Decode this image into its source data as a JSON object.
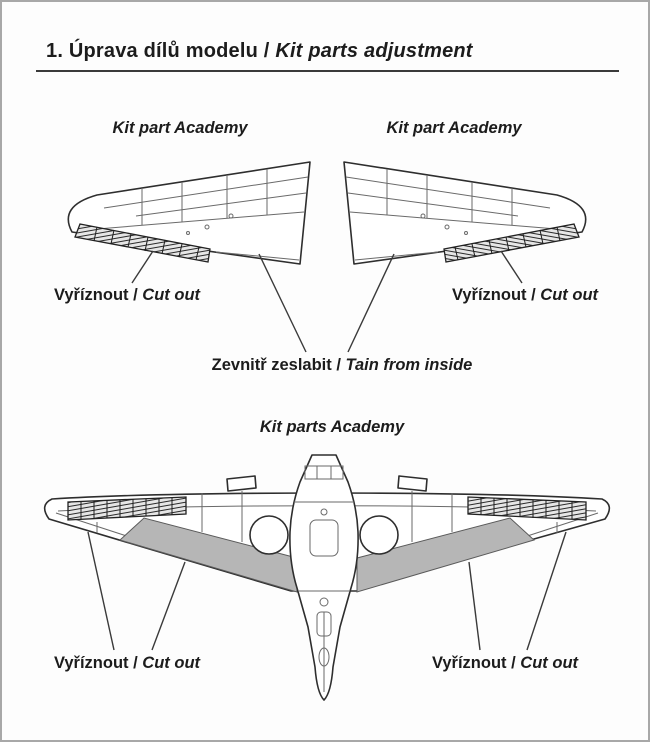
{
  "page": {
    "title": {
      "czech": "1. Úprava dílů modelu /",
      "english": "Kit parts adjustment"
    }
  },
  "top_section": {
    "left_wing_label": "Kit part Academy",
    "right_wing_label": "Kit part Academy",
    "left_cutout_label": {
      "czech": "Vyříznout /",
      "english": "Cut out"
    },
    "right_cutout_label": {
      "czech": "Vyříznout /",
      "english": "Cut out"
    },
    "thin_note": {
      "czech": "Zevnitř zeslabit /",
      "english": "Tain from inside"
    }
  },
  "bottom_section": {
    "wing_label": "Kit parts Academy",
    "left_cutout_label": {
      "czech": "Vyříznout /",
      "english": "Cut out"
    },
    "right_cutout_label": {
      "czech": "Vyříznout /",
      "english": "Cut out"
    }
  },
  "colors": {
    "line": "#2e2e2e",
    "shade": "#b6b6b6",
    "border": "#a8a8a8"
  }
}
